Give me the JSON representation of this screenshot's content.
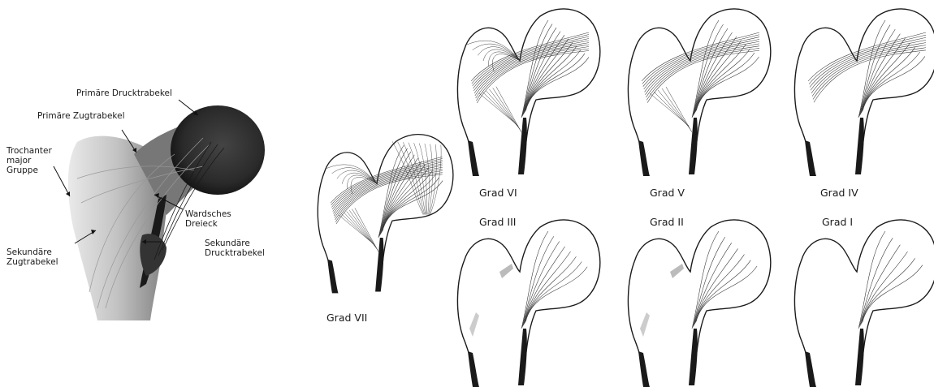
{
  "xray": {
    "labels": {
      "primary_compression": "Primäre Drucktrabekel",
      "primary_tension": "Primäre Zugtrabekel",
      "trochanter_line1": "Trochanter",
      "trochanter_line2": "major",
      "trochanter_line3": "Gruppe",
      "ward_line1": "Wardsches",
      "ward_line2": "Dreieck",
      "secondary_compression_line1": "Sekundäre",
      "secondary_compression_line2": "Drucktrabekel",
      "secondary_tension_line1": "Sekundäre",
      "secondary_tension_line2": "Zugtrabekel"
    }
  },
  "grades": [
    {
      "label": "Grad VII",
      "level": 7
    },
    {
      "label": "Grad VI",
      "level": 6
    },
    {
      "label": "Grad V",
      "level": 5
    },
    {
      "label": "Grad IV",
      "level": 4
    },
    {
      "label": "Grad III",
      "level": 3
    },
    {
      "label": "Grad II",
      "level": 2
    },
    {
      "label": "Grad I",
      "level": 1
    }
  ],
  "colors": {
    "ink": "#1a1a1a",
    "trabecula": "#3a3a3a",
    "bone_dark": "#2a2a2a",
    "bone_light": "#d9d9d9"
  }
}
